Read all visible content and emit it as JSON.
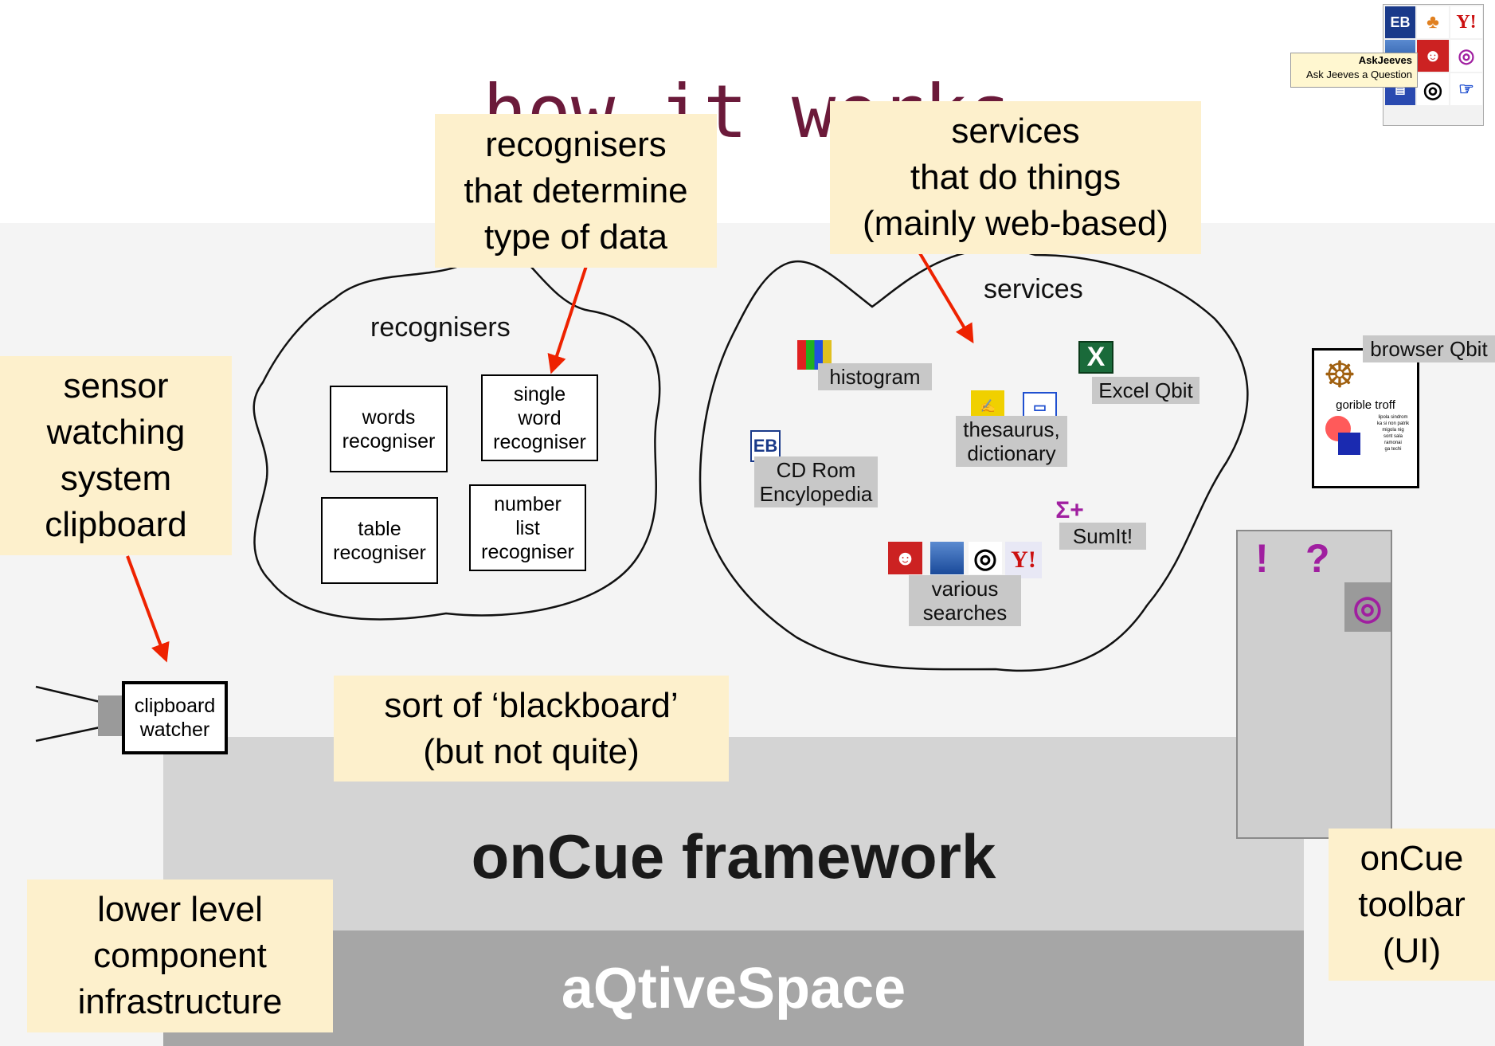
{
  "title": "how it works",
  "callouts": {
    "recognisers": [
      "recognisers",
      "that determine",
      "type of data"
    ],
    "services": [
      "services",
      "that do things",
      "(mainly web-based)"
    ],
    "sensor": [
      "sensor",
      "watching",
      "system",
      "clipboard"
    ],
    "blackboard": [
      "sort of ‘blackboard’",
      "(but not quite)"
    ],
    "lower_level": [
      "lower level",
      "component",
      "infrastructure"
    ],
    "toolbar": [
      "onCue",
      "toolbar",
      "(UI)"
    ]
  },
  "recognisers_cloud": {
    "title": "recognisers",
    "boxes": [
      [
        "words",
        "recogniser"
      ],
      [
        "single",
        "word",
        "recogniser"
      ],
      [
        "table",
        "recogniser"
      ],
      [
        "number",
        "list",
        "recogniser"
      ]
    ]
  },
  "services_cloud": {
    "title": "services",
    "items": {
      "histogram": "histogram",
      "excel": "Excel Qbit",
      "thesaurus": [
        "thesaurus,",
        "dictionary"
      ],
      "cdrom": [
        "CD Rom",
        "Encylopedia"
      ],
      "sumit": "SumIt!",
      "searches": [
        "various",
        "searches"
      ]
    }
  },
  "clipboard_watcher": [
    "clipboard",
    "watcher"
  ],
  "framework_label": "onCue framework",
  "aqtive_label": "aQtiveSpace",
  "browser_qbit": {
    "label": "browser Qbit",
    "doc_title": "gorible troff",
    "doc_text": [
      "lipola sindrom",
      "ka si non patrik",
      "migola nig",
      "sont sala",
      "ramonai",
      "ga techi"
    ]
  },
  "askjeeves": {
    "title": "AskJeeves",
    "subtitle": "Ask Jeeves a Question"
  },
  "toolbar_glyphs": [
    "!",
    "?"
  ],
  "icon_letters": {
    "eb": "EB",
    "yahoo": "Y!",
    "excel": "X",
    "sum": "Σ+"
  },
  "colors": {
    "callout_bg": "#fdf0cc",
    "arrow": "#ee2200",
    "framework": "#d4d4d4",
    "aqtive": "#a6a6a6",
    "title": "#6b1a3a",
    "toolbar_glyph": "#a01fa0"
  }
}
